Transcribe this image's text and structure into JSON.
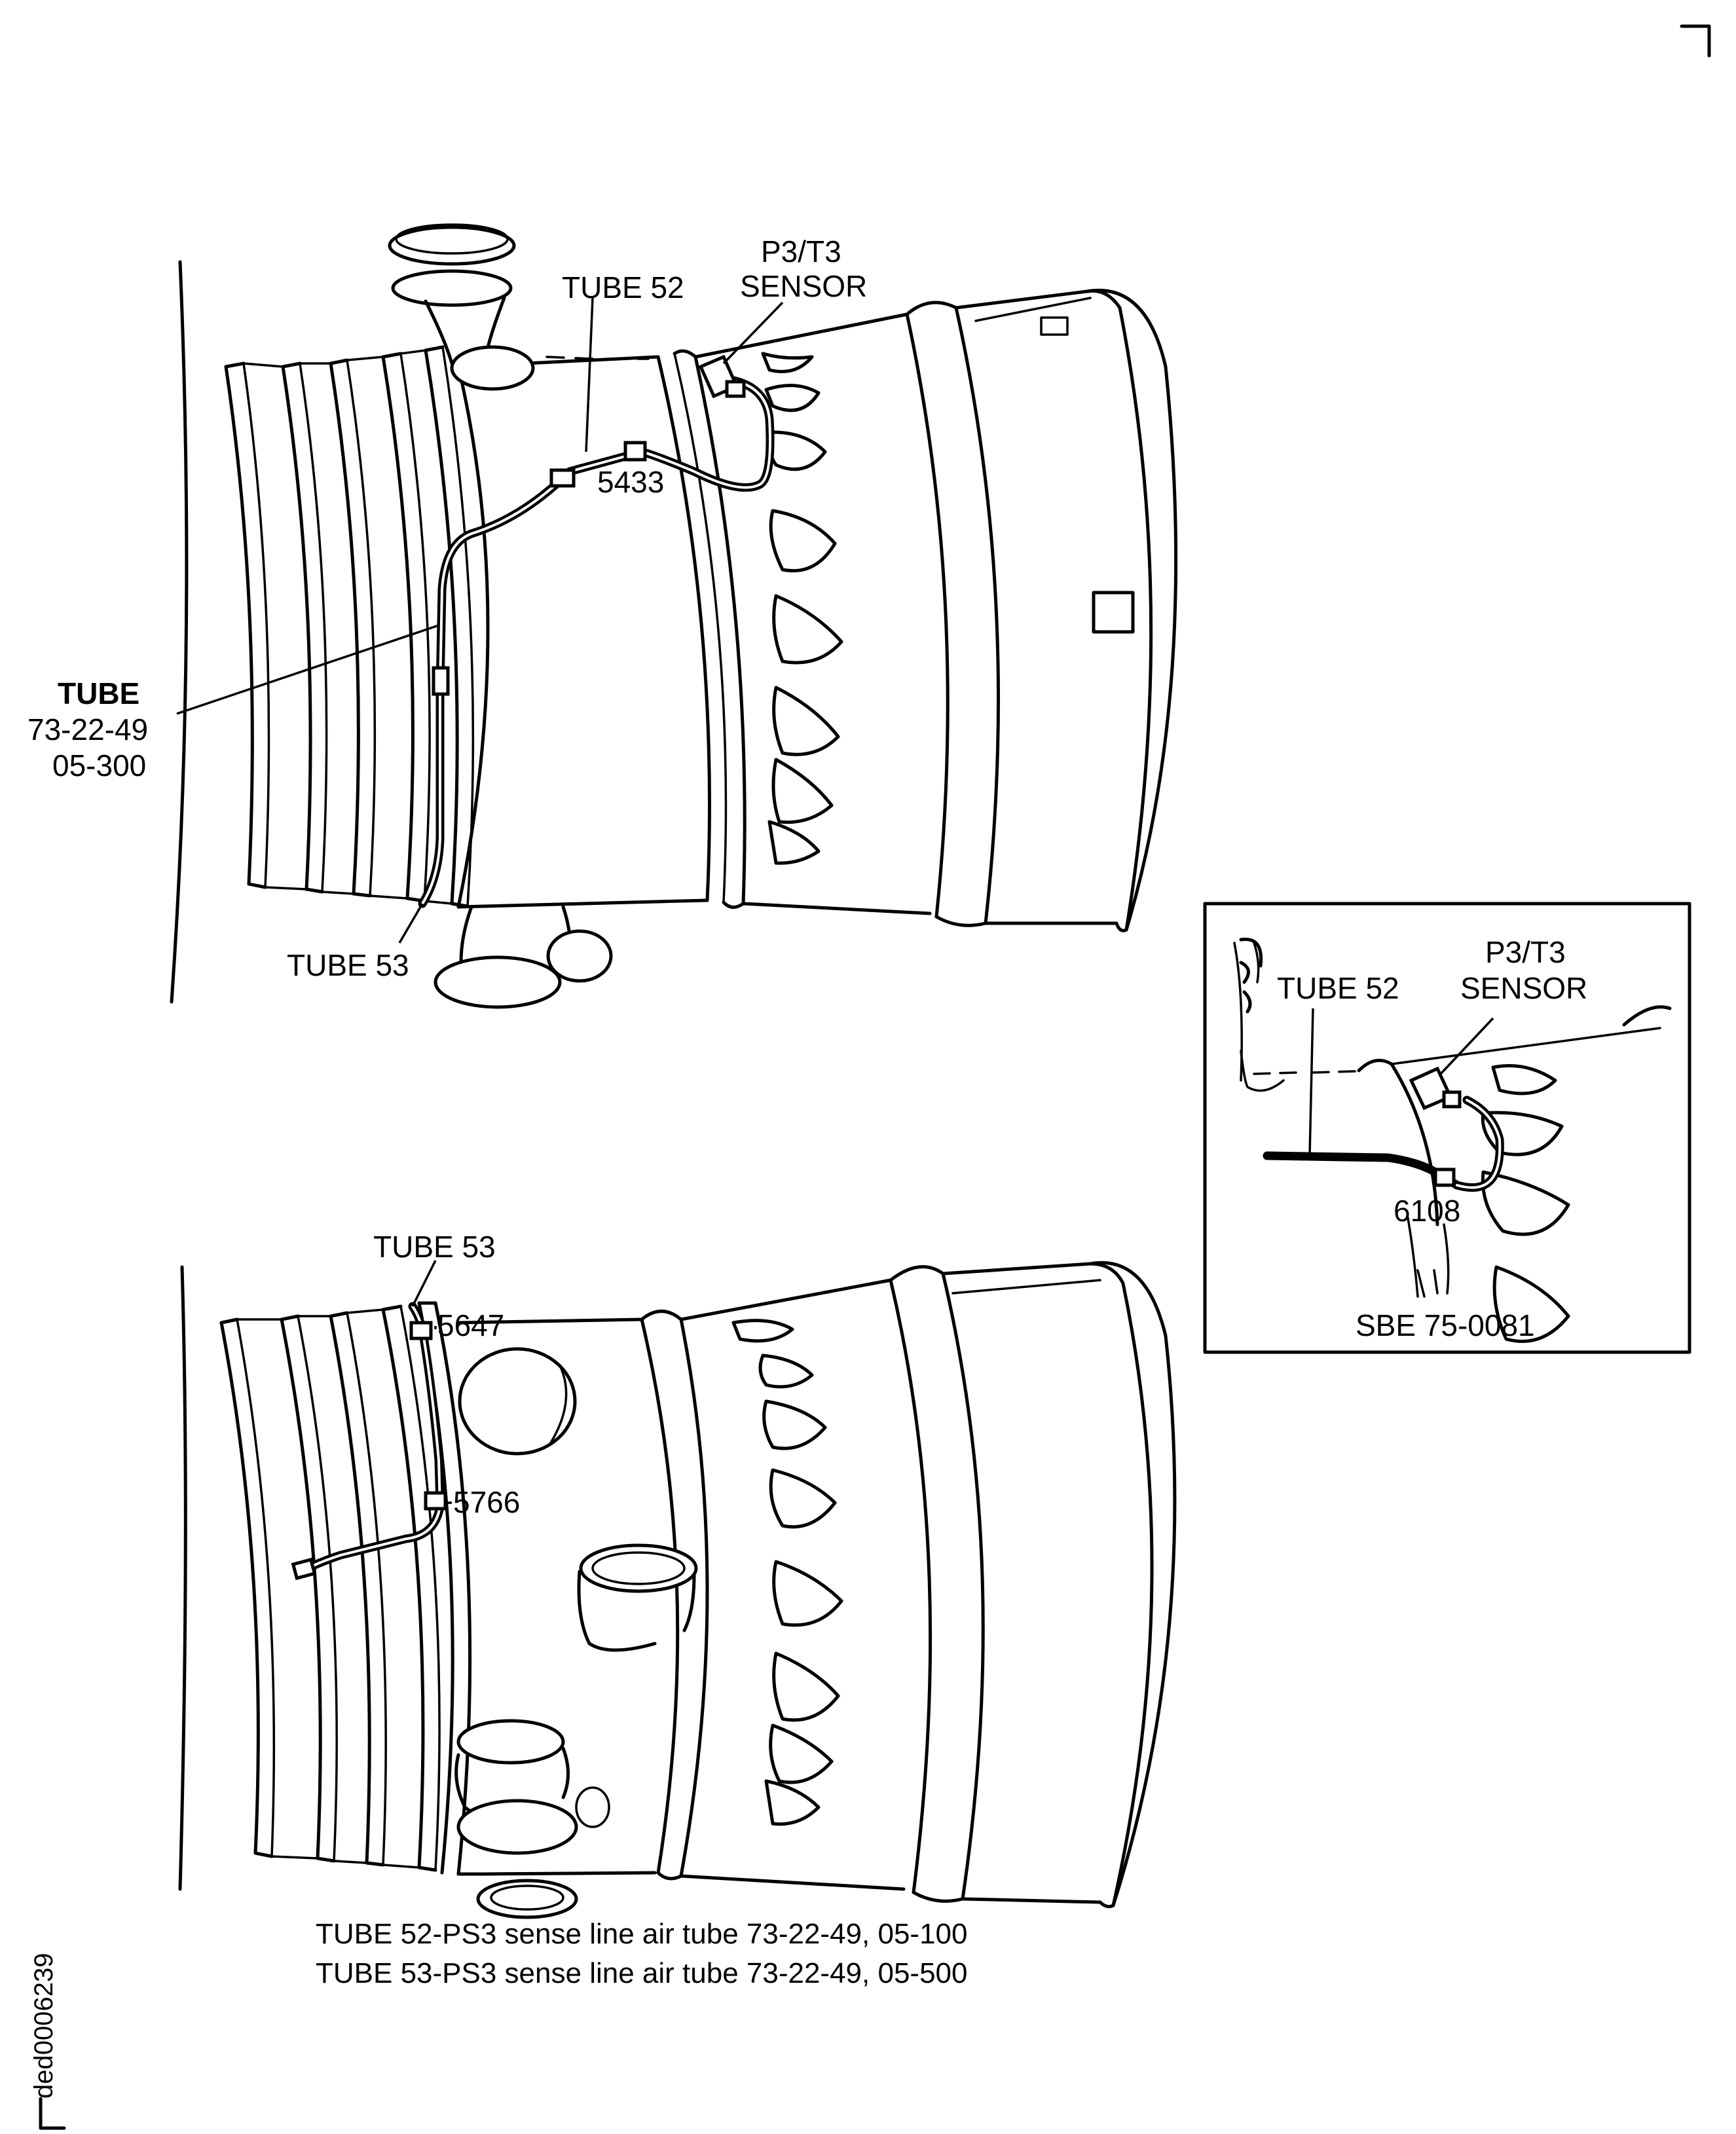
{
  "labels": {
    "top_tube52": "TUBE 52",
    "top_sensor_line1": "P3/T3",
    "top_sensor_line2": "SENSOR",
    "top_part_5433": "5433",
    "top_tube_line1": "TUBE",
    "top_tube_line2": "73-22-49",
    "top_tube_line3": "05-300",
    "top_tube53": "TUBE 53",
    "bottom_tube53": "TUBE 53",
    "bottom_part_5647": "5647",
    "bottom_part_5766": "5766"
  },
  "inset": {
    "tube52": "TUBE 52",
    "sensor_line1": "P3/T3",
    "sensor_line2": "SENSOR",
    "part_6108": "6108",
    "caption": "SBE 75-0081"
  },
  "caption": {
    "line1": "TUBE 52-PS3 sense line air tube 73-22-49, 05-100",
    "line2": "TUBE 53-PS3 sense line air tube 73-22-49, 05-500"
  },
  "figure_id": "ded0006239"
}
